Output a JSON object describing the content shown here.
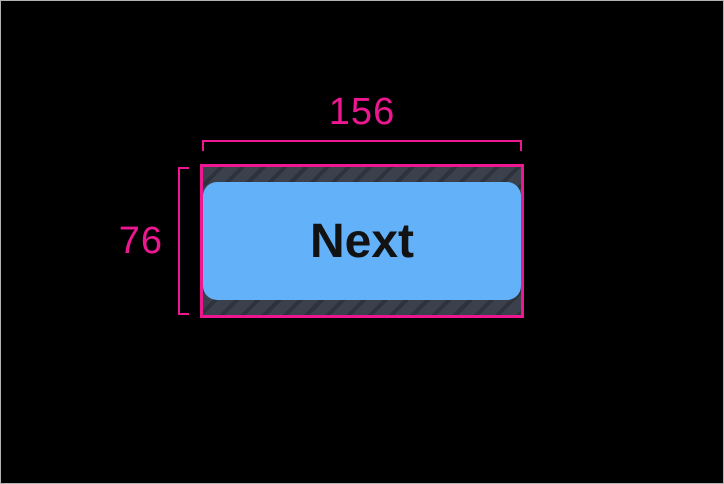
{
  "canvas": {
    "background_color": "#000000",
    "border_color": "#b3b3b3"
  },
  "annotation": {
    "color": "#ee1691",
    "width_label": "156",
    "height_label": "76"
  },
  "padding_area": {
    "hatch_base_color": "#3a414c",
    "hatch_stripe_color": "#2d323c"
  },
  "button": {
    "label": "Next",
    "fill_color": "#63b1f8",
    "text_color": "#121212"
  }
}
